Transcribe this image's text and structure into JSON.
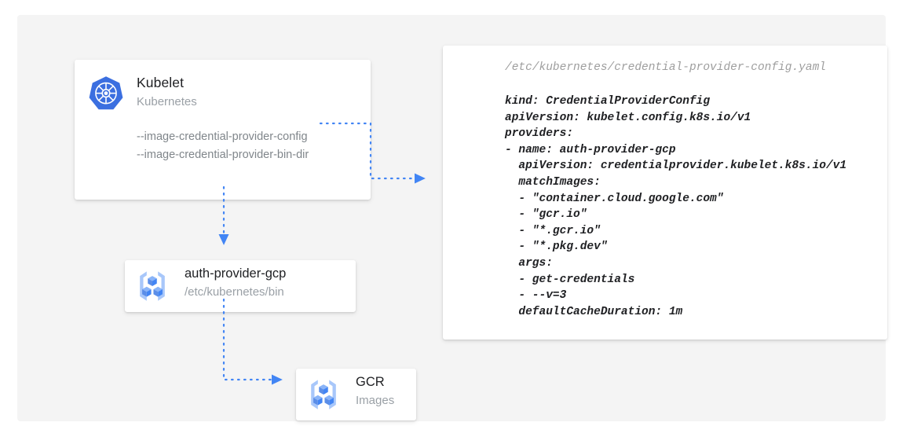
{
  "colors": {
    "canvas_bg": "#f4f4f4",
    "page_bg": "#ffffff",
    "card_bg": "#ffffff",
    "accent_blue": "#4285f4",
    "icon_light_blue": "#8ab4f8",
    "title_text": "#202124",
    "subtitle_text": "#9aa0a6",
    "flag_text": "#80868b",
    "code_path_text": "#9e9e9e",
    "code_text": "#202124"
  },
  "nodes": {
    "kubelet": {
      "icon": "kubernetes-logo-icon",
      "title": "Kubelet",
      "subtitle": "Kubernetes",
      "flags": [
        "--image-credential-provider-config",
        "--image-credential-provider-bin-dir"
      ]
    },
    "auth_provider": {
      "icon": "container-registry-icon",
      "title": "auth-provider-gcp",
      "subtitle": "/etc/kubernetes/bin"
    },
    "gcr": {
      "icon": "container-registry-icon",
      "title": "GCR",
      "subtitle": "Images"
    }
  },
  "yaml_panel": {
    "path": "/etc/kubernetes/credential-provider-config.yaml",
    "lines": [
      "kind: CredentialProviderConfig",
      "apiVersion: kubelet.config.k8s.io/v1",
      "providers:",
      "- name: auth-provider-gcp",
      "  apiVersion: credentialprovider.kubelet.k8s.io/v1",
      "  matchImages:",
      "  - \"container.cloud.google.com\"",
      "  - \"gcr.io\"",
      "  - \"*.gcr.io\"",
      "  - \"*.pkg.dev\"",
      "  args:",
      "  - get-credentials",
      "  - --v=3",
      "  defaultCacheDuration: 1m"
    ]
  },
  "connectors": [
    {
      "name": "kubelet-to-config",
      "from": "kubelet",
      "to": "yaml-panel",
      "style": "dotted-arrow"
    },
    {
      "name": "kubelet-to-auth-provider",
      "from": "kubelet",
      "to": "auth_provider",
      "style": "dotted-arrow"
    },
    {
      "name": "auth-provider-to-gcr",
      "from": "auth_provider",
      "to": "gcr",
      "style": "dotted-arrow"
    }
  ]
}
